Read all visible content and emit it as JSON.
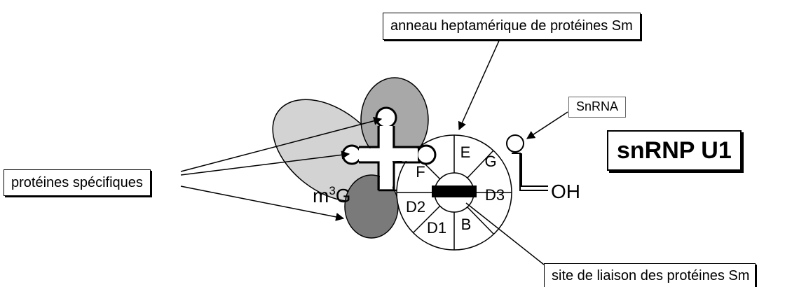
{
  "labels": {
    "heptameric_ring": "anneau heptamérique de protéines Sm",
    "specific_proteins": "protéines spécifiques",
    "snrna": "SnRNA",
    "snrnp_title": "snRNP U1",
    "binding_site": "site de liaison des protéines Sm",
    "cap_base": "m",
    "cap_sup": "3",
    "cap_letter": "G",
    "oh_end": "OH"
  },
  "sm_ring_segments": {
    "e": "E",
    "g": "G",
    "f": "F",
    "d3": "D3",
    "d2": "D2",
    "d1": "D1",
    "b": "B"
  },
  "colors": {
    "light_protein": "#d3d3d3",
    "medium_protein": "#a8a8a8",
    "dark_protein": "#7a7a7a",
    "outline": "#000000",
    "binding_site": "#000000"
  }
}
